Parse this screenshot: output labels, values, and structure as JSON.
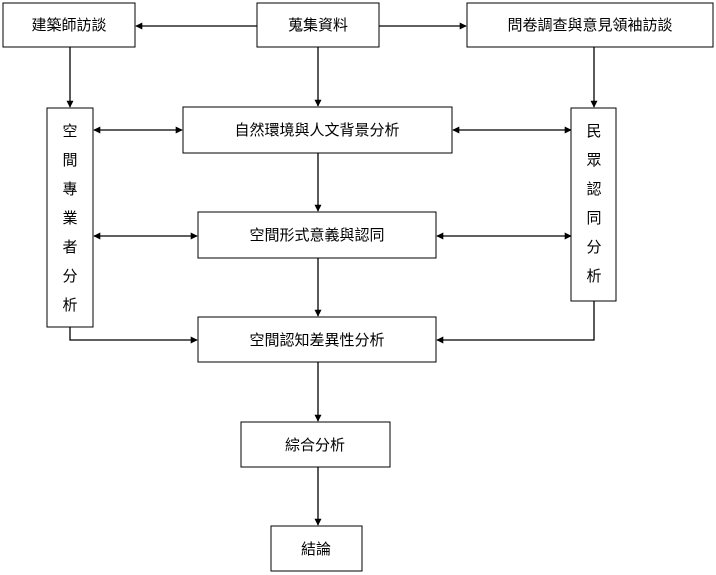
{
  "diagram": {
    "nodes": {
      "collect": "蒐集資料",
      "architect": "建築師訪談",
      "survey": "問卷調查與意見領袖訪談",
      "env": "自然環境與人文背景分析",
      "form": "空間形式意義與認同",
      "cognition": "空間認知差異性分析",
      "synthesis": "綜合分析",
      "conclusion": "結論",
      "expert": "空間專業者分析",
      "public": "民眾認同分析"
    }
  }
}
